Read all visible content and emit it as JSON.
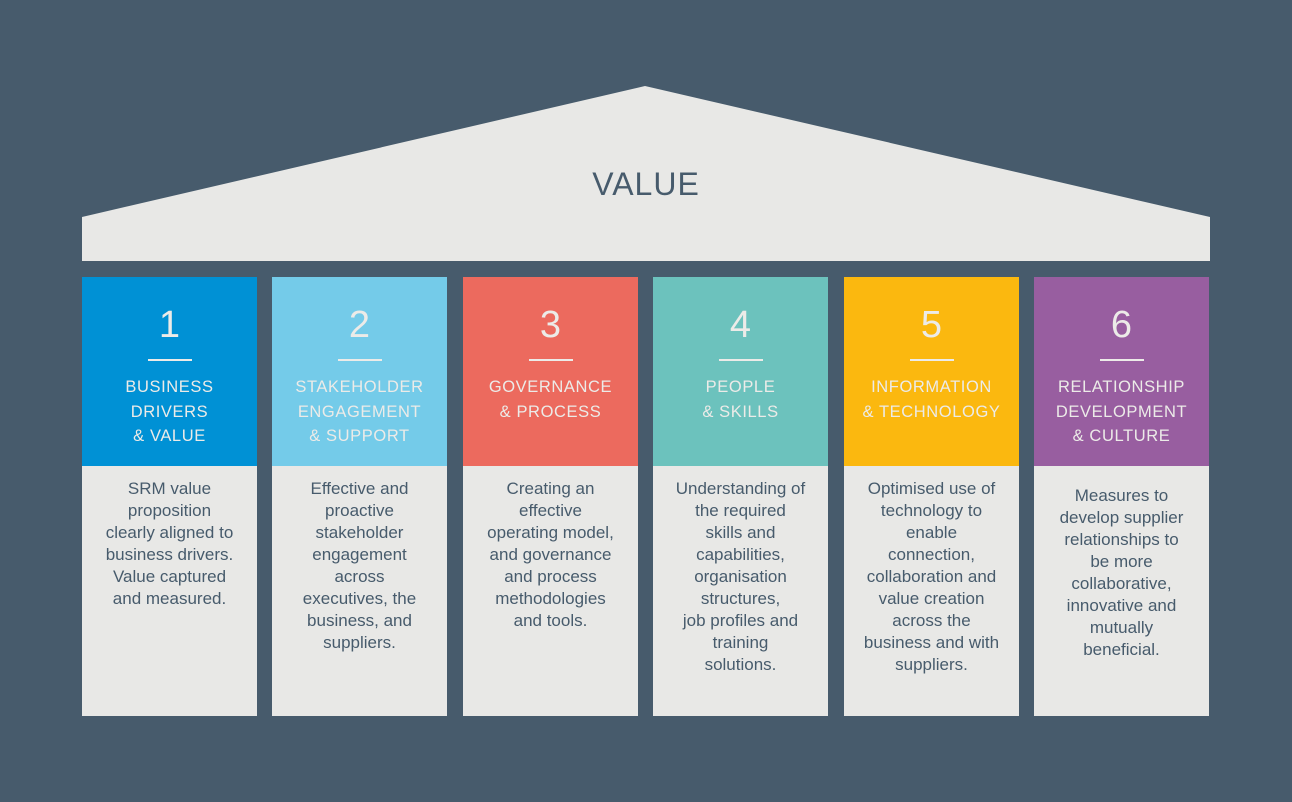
{
  "roof": {
    "title": "VALUE",
    "color": "#e8e8e6"
  },
  "pillars": [
    {
      "number": "1",
      "title": "BUSINESS\nDRIVERS\n& VALUE",
      "color": "#0091d5",
      "description": "SRM value\nproposition\nclearly aligned to\nbusiness drivers.\nValue captured\nand measured."
    },
    {
      "number": "2",
      "title": "STAKEHOLDER\nENGAGEMENT\n& SUPPORT",
      "color": "#74cbe9",
      "description": "Effective and\nproactive\nstakeholder\nengagement\nacross\nexecutives, the\nbusiness, and\nsuppliers."
    },
    {
      "number": "3",
      "title": "GOVERNANCE\n& PROCESS",
      "color": "#ec6a5e",
      "description": "Creating an\neffective\noperating model,\nand governance\nand process\nmethodologies\nand tools."
    },
    {
      "number": "4",
      "title": "PEOPLE\n& SKILLS",
      "color": "#6cc2bd",
      "description": "Understanding of\nthe required\nskills and\ncapabilities,\norganisation\nstructures,\njob profiles and\ntraining\nsolutions."
    },
    {
      "number": "5",
      "title": "INFORMATION\n& TECHNOLOGY",
      "color": "#fbb80f",
      "description": "Optimised use of\ntechnology to\nenable\nconnection,\ncollaboration and\nvalue creation\nacross the\nbusiness and with\nsuppliers."
    },
    {
      "number": "6",
      "title": "RELATIONSHIP\nDEVELOPMENT\n& CULTURE",
      "color": "#985ea0",
      "description": "Measures to\ndevelop supplier\nrelationships to\nbe more\ncollaborative,\ninnovative and\nmutually\nbeneficial."
    }
  ]
}
